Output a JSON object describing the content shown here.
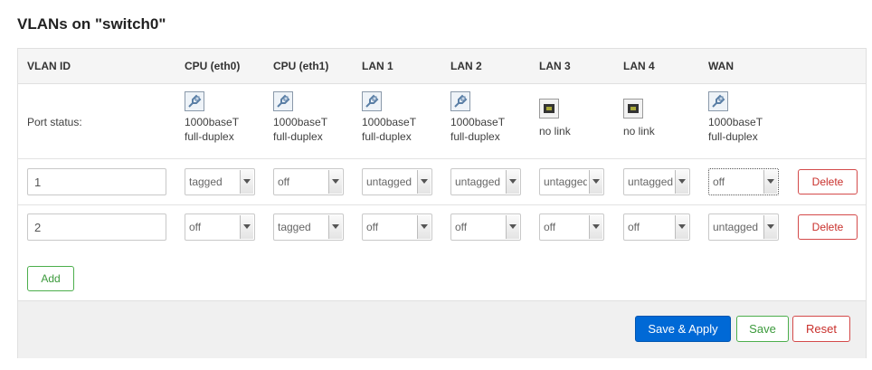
{
  "title": "VLANs on \"switch0\"",
  "headers": {
    "vlan_id": "VLAN ID",
    "cpu_eth0": "CPU (eth0)",
    "cpu_eth1": "CPU (eth1)",
    "lan1": "LAN 1",
    "lan2": "LAN 2",
    "lan3": "LAN 3",
    "lan4": "LAN 4",
    "wan": "WAN"
  },
  "port_status": {
    "label": "Port status:",
    "ports": [
      {
        "icon": "port-connected-icon",
        "line1": "1000baseT",
        "line2": "full-duplex"
      },
      {
        "icon": "port-connected-icon",
        "line1": "1000baseT",
        "line2": "full-duplex"
      },
      {
        "icon": "port-connected-icon",
        "line1": "1000baseT",
        "line2": "full-duplex"
      },
      {
        "icon": "port-connected-icon",
        "line1": "1000baseT",
        "line2": "full-duplex"
      },
      {
        "icon": "port-nolink-icon",
        "line1": "no link",
        "line2": ""
      },
      {
        "icon": "port-nolink-icon",
        "line1": "no link",
        "line2": ""
      },
      {
        "icon": "port-connected-icon",
        "line1": "1000baseT",
        "line2": "full-duplex"
      }
    ]
  },
  "vlans": [
    {
      "id": "1",
      "ports": [
        "tagged",
        "off",
        "untagged",
        "untagged",
        "untagged",
        "untagged",
        "off"
      ],
      "delete_label": "Delete"
    },
    {
      "id": "2",
      "ports": [
        "off",
        "tagged",
        "off",
        "off",
        "off",
        "off",
        "untagged"
      ],
      "delete_label": "Delete"
    }
  ],
  "add_label": "Add",
  "footer": {
    "save_apply_label": "Save & Apply",
    "save_label": "Save",
    "reset_label": "Reset"
  },
  "colors": {
    "primary": "#0069d6",
    "positive": "#4cae4c",
    "negative": "#d44a4a"
  }
}
